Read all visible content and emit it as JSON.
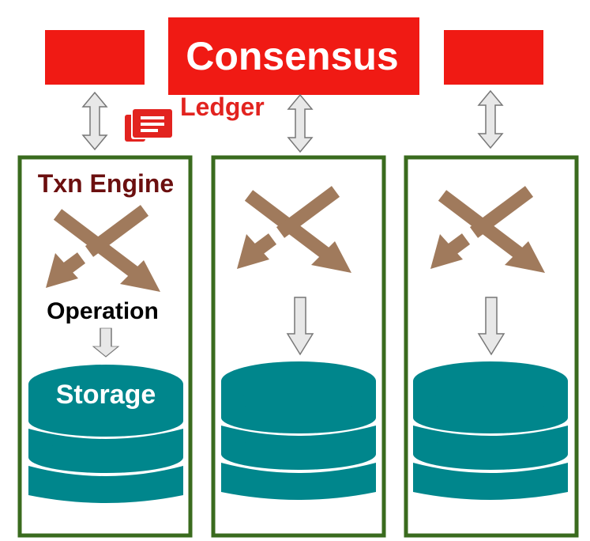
{
  "consensus": {
    "label": "Consensus"
  },
  "ledger": {
    "label": "Ledger",
    "icon": "ledger-stack-icon"
  },
  "engine": {
    "label": "Txn Engine"
  },
  "operation": {
    "label": "Operation"
  },
  "storage": {
    "label": "Storage"
  },
  "colors": {
    "consensus_red": "#f01a14",
    "ledger_red": "#e2231f",
    "node_border": "#3a6b1e",
    "engine_text": "#6b0f0f",
    "arrow_brown": "#a07a5c",
    "db_teal": "#00868c",
    "arrow_gray": "#e8e8e8",
    "arrow_outline": "#777777"
  }
}
